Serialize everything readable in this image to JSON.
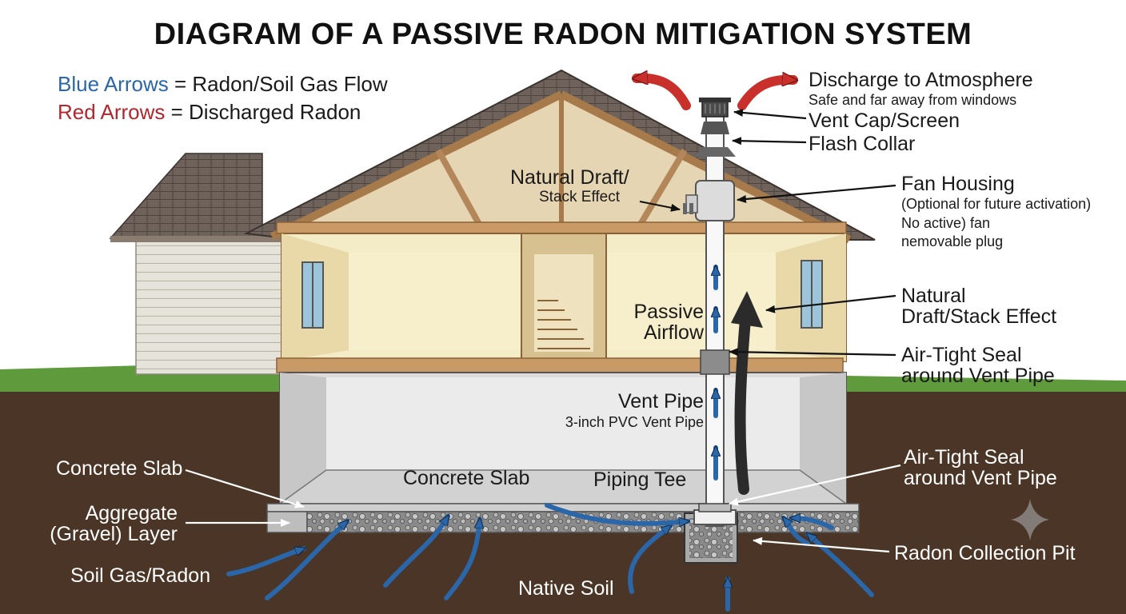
{
  "title": "DIAGRAM OF A PASSIVE RADON MITIGATION SYSTEM",
  "legend": {
    "blue_label": "Blue Arrows",
    "blue_desc": "= Radon/Soil Gas Flow",
    "red_label": "Red Arrows",
    "red_desc": "= Discharged Radon"
  },
  "labels": {
    "discharge": "Discharge to Atmosphere",
    "discharge_sub": "Safe and far away from windows",
    "vent_cap": "Vent Cap/Screen",
    "flash_collar": "Flash Collar",
    "fan_housing": "Fan Housing",
    "fan_sub1": "(Optional for future activation)",
    "fan_sub2": "No active) fan",
    "fan_sub3": "nemovable plug",
    "attic_draft1": "Natural Draft/",
    "attic_draft2": "Stack Effect",
    "passive1": "Passive",
    "passive2": "Airflow",
    "natural_draft1": "Natural",
    "natural_draft2": "Draft/Stack Effect",
    "seal_upper1": "Air-Tight Seal",
    "seal_upper2": "around Vent Pipe",
    "vent_pipe": "Vent Pipe",
    "vent_pipe_sub": "3-inch PVC Vent Pipe",
    "slab_inside": "Concrete Slab",
    "piping_tee": "Piping Tee",
    "seal_lower1": "Air-Tight Seal",
    "seal_lower2": "around Vent Pipe",
    "slab_outside": "Concrete Slab",
    "aggregate1": "Aggregate",
    "aggregate2": "(Gravel) Layer",
    "soil_gas": "Soil Gas/Radon",
    "native_soil": "Native Soil",
    "collection_pit": "Radon Collection Pit"
  },
  "colors": {
    "blue_arrow": "#2a66a8",
    "red_arrow": "#c9302c",
    "soil": "#4a3526",
    "grass": "#5f9a3c",
    "roof": "#6a5a4e",
    "wood": "#c99a66",
    "wall": "#f4ecc6"
  }
}
